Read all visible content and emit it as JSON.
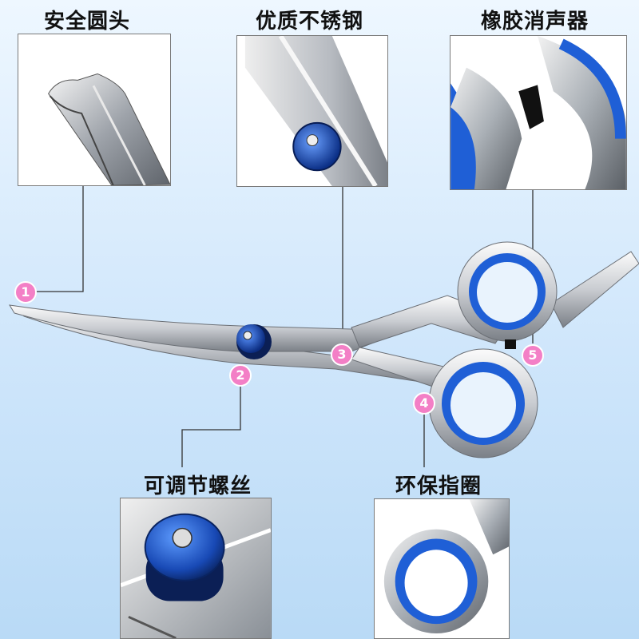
{
  "features": [
    {
      "number": "1",
      "label": "安全圆头"
    },
    {
      "number": "3",
      "label": "优质不锈钢"
    },
    {
      "number": "5",
      "label": "橡胶消声器"
    },
    {
      "number": "2",
      "label": "可调节螺丝"
    },
    {
      "number": "4",
      "label": "环保指圈"
    }
  ],
  "colors": {
    "accent_blue": "#1f5fd6",
    "badge_pink": "#f37fc6",
    "steel": "#c9ccd1"
  }
}
